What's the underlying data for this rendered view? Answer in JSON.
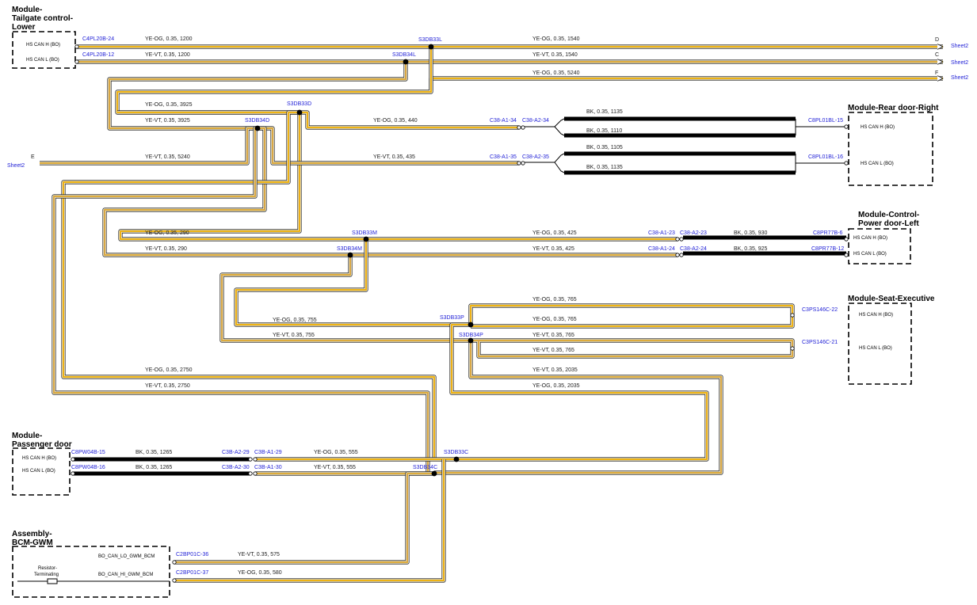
{
  "modules": {
    "tailgate": {
      "line1": "Module-",
      "line2": "Tailgate control-",
      "line3": "Lower",
      "pin_h": "HS CAN H (BO)",
      "pin_l": "HS CAN L (BO)"
    },
    "rear_door_right": {
      "line1": "Module-Rear door-Right",
      "pin_h": "HS CAN H (BO)",
      "pin_l": "HS CAN L (BO)"
    },
    "power_door_left": {
      "line1": "Module-Control-",
      "line2": "Power door-Left",
      "pin_h": "HS CAN H (BO)",
      "pin_l": "HS CAN L (BO)"
    },
    "seat_executive": {
      "line1": "Module-Seat-Executive",
      "pin_h": "HS CAN H (BO)",
      "pin_l": "HS CAN L (BO)"
    },
    "passenger_door": {
      "line1": "Module-",
      "line2": "Passenger door",
      "pin_h": "HS CAN H (BO)",
      "pin_l": "HS CAN L (BO)"
    },
    "bcm_gwm": {
      "line1": "Assembly-",
      "line2": "BCM-GWM",
      "pin_lo": "BO_CAN_LO_GWM_BCM",
      "pin_hi": "BO_CAN_HI_GWM_BCM",
      "resistor_1": "Resistor-",
      "resistor_2": "Terminating"
    }
  },
  "connectors": {
    "c4pl20b_24": "C4PL20B-24",
    "c4pl20b_12": "C4PL20B-12",
    "c38_a1_34": "C38-A1-34",
    "c38_a2_34": "C38-A2-34",
    "c38_a1_35": "C38-A1-35",
    "c38_a2_35": "C38-A2-35",
    "c8pl01bl_15": "C8PL01BL-15",
    "c8pl01bl_16": "C8PL01BL-16",
    "c38_a1_23": "C38-A1-23",
    "c38_a2_23": "C38-A2-23",
    "c38_a1_24": "C38-A1-24",
    "c38_a2_24": "C38-A2-24",
    "c8pr77b_6": "C8PR77B-6",
    "c8pr77b_12": "C8PR77B-12",
    "c3ps146c_22": "C3PS146C-22",
    "c3ps146c_21": "C3PS146C-21",
    "c8pw04b_15": "C8PW04B-15",
    "c8pw04b_16": "C8PW04B-16",
    "c3b_a2_29": "C3B-A2-29",
    "c3b_a1_29": "C3B-A1-29",
    "c3b_a2_30": "C3B-A2-30",
    "c3b_a1_30": "C3B-A1-30",
    "c2bp01c_36": "C2BP01C-36",
    "c2bp01c_37": "C2BP01C-37"
  },
  "splices": {
    "s3db33l": "S3DB33L",
    "s3db34l": "S3DB34L",
    "s3db33d": "S3DB33D",
    "s3db34d": "S3DB34D",
    "s3db33m": "S3DB33M",
    "s3db34m": "S3DB34M",
    "s3db33p": "S3DB33P",
    "s3db34p": "S3DB34P",
    "s3db33c": "S3DB33C",
    "s3db34c": "S3DB34C"
  },
  "wires": {
    "w1200a": "YE-OG,  0.35,  1200",
    "w1200b": "YE-VT,  0.35,  1200",
    "w1540a": "YE-OG,  0.35,  1540",
    "w1540b": "YE-VT,  0.35,  1540",
    "w5240a": "YE-OG,  0.35,  5240",
    "w5240b": "YE-VT,  0.35,  5240",
    "w3925a": "YE-OG,  0.35,  3925",
    "w3925b": "YE-VT,  0.35,  3925",
    "w440": "YE-OG,  0.35,  440",
    "w435": "YE-VT,  0.35,  435",
    "w1135a": "BK,  0.35,  1135",
    "w1110": "BK,  0.35,  1110",
    "w1105": "BK,  0.35,  1105",
    "w1135b": "BK,  0.35,  1135",
    "w290a": "YE-OG,  0.35,  290",
    "w290b": "YE-VT,  0.35,  290",
    "w425a": "YE-OG,  0.35,  425",
    "w425b": "YE-VT,  0.35,  425",
    "w930": "BK,  0.35,  930",
    "w925": "BK,  0.35,  925",
    "w765a": "YE-OG,  0.35,  765",
    "w765b": "YE-OG,  0.35,  765",
    "w765c": "YE-VT,  0.35,  765",
    "w765d": "YE-VT,  0.35,  765",
    "w755a": "YE-OG,  0.35,  755",
    "w755b": "YE-VT,  0.35,  755",
    "w2035a": "YE-VT,  0.35,  2035",
    "w2035b": "YE-OG,  0.35,  2035",
    "w2750a": "YE-OG,  0.35,  2750",
    "w2750b": "YE-VT,  0.35,  2750",
    "w1265a": "BK,  0.35,  1265",
    "w1265b": "BK,  0.35,  1265",
    "w555a": "YE-OG,  0.35,  555",
    "w555b": "YE-VT,  0.35,  555",
    "w575": "YE-VT,  0.35,  575",
    "w580": "YE-OG,  0.35,  580"
  },
  "offsheet": {
    "d": {
      "letter": "D",
      "sheet": "Sheet2"
    },
    "c": {
      "letter": "C",
      "sheet": "Sheet2"
    },
    "f": {
      "letter": "F",
      "sheet": "Sheet2"
    },
    "e": {
      "letter": "E",
      "sheet": "Sheet2"
    }
  },
  "colors": {
    "ye_og_stripe": "#f4c20d",
    "ye_vt_stripe": "#f4c20d",
    "ye_vt_trace": "#9b6bc7",
    "ye_og_trace": "#e08a2a",
    "black_wire": "#000000",
    "connector_label": "#1f1fd6"
  }
}
